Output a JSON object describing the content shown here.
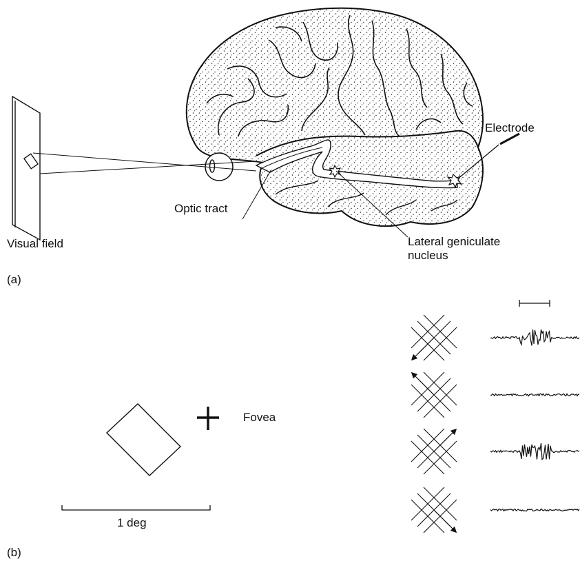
{
  "panel_a": {
    "marker": "(a)",
    "labels": {
      "visual_field": "Visual field",
      "optic_tract": "Optic tract",
      "electrode": "Electrode",
      "lgn": "Lateral geniculate\nnucleus"
    }
  },
  "panel_b": {
    "marker": "(b)",
    "fovea_label": "Fovea",
    "scale_label": "1 deg",
    "responses": [
      {
        "motion_direction": "down-left",
        "firing": "strong"
      },
      {
        "motion_direction": "up-left",
        "firing": "none"
      },
      {
        "motion_direction": "up-right",
        "firing": "strong"
      },
      {
        "motion_direction": "down-right",
        "firing": "none"
      }
    ]
  }
}
